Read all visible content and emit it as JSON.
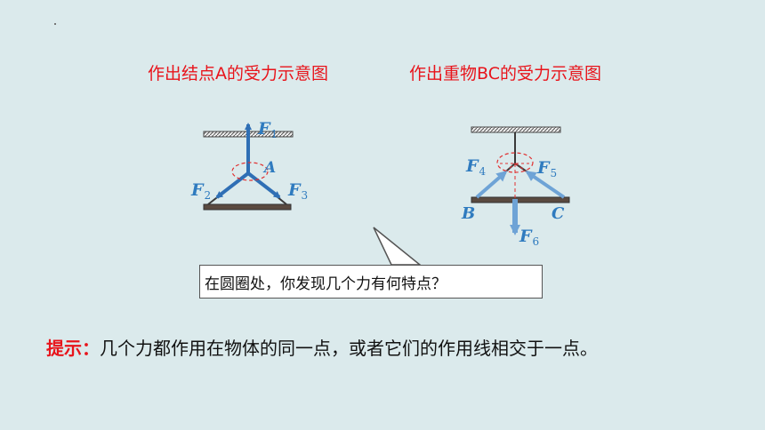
{
  "titles": {
    "left": "作出结点A的受力示意图",
    "right": "作出重物BC的受力示意图"
  },
  "diagram_left": {
    "labels": {
      "f1": "F",
      "f1_sub": "1",
      "f2": "F",
      "f2_sub": "2",
      "f3": "F",
      "f3_sub": "3",
      "a": "A"
    }
  },
  "diagram_right": {
    "labels": {
      "f4": "F",
      "f4_sub": "4",
      "f5": "F",
      "f5_sub": "5",
      "f6": "F",
      "f6_sub": "6",
      "b": "B",
      "c": "C"
    }
  },
  "callout": {
    "text": "在圆圈处，你发现几个力有何特点？"
  },
  "hint": {
    "label": "提示：",
    "body": "几个力都作用在物体的同一点，或者它们的作用线相交于一点。"
  },
  "colors": {
    "title": "#e8141b",
    "force_arrow": "#2f6fb5",
    "force_arrow_light": "#6ea3d6",
    "label": "#2f7bbf",
    "circle": "#e03030",
    "background": "#dbeaec"
  }
}
